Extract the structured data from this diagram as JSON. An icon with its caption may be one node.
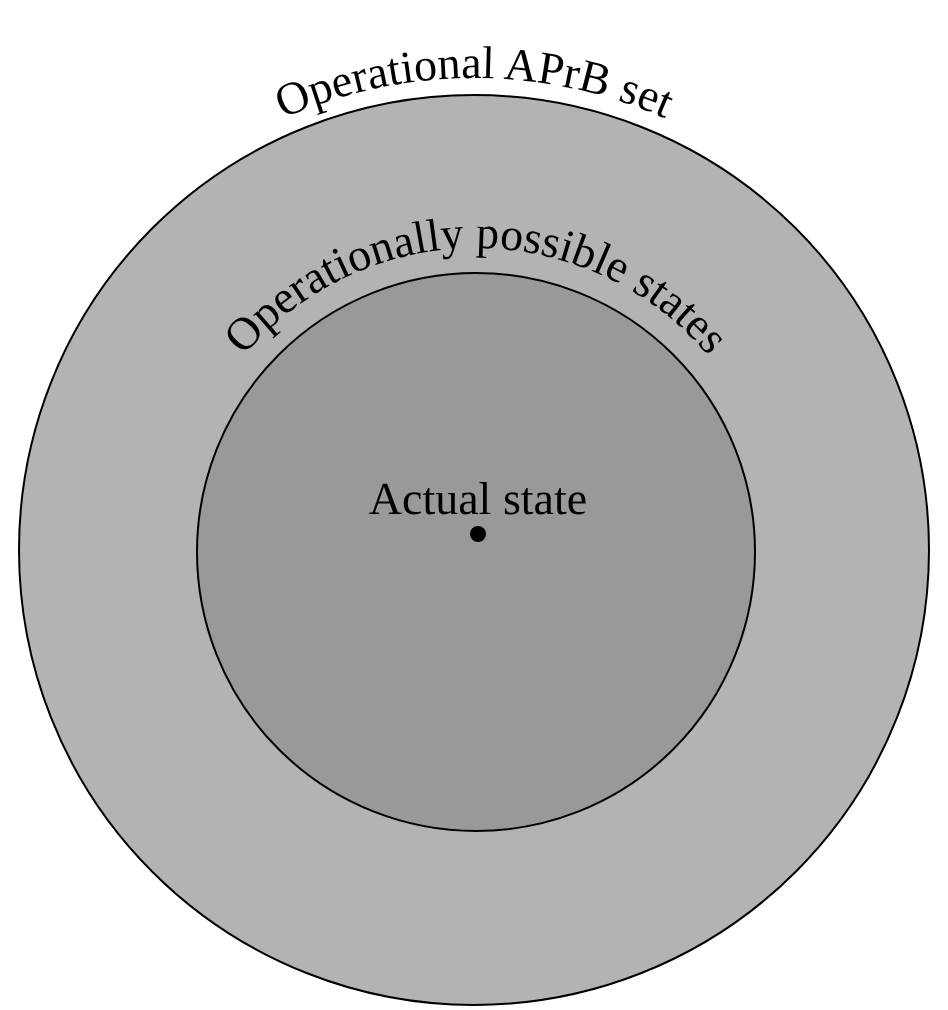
{
  "diagram": {
    "nodes": [
      {
        "text": [
          "Operational APrB set"
        ]
      },
      {
        "text": [
          "Operationally possible states"
        ],
        "in": 0
      },
      {
        "text": [
          "Actual state"
        ],
        "in": 1
      }
    ]
  }
}
